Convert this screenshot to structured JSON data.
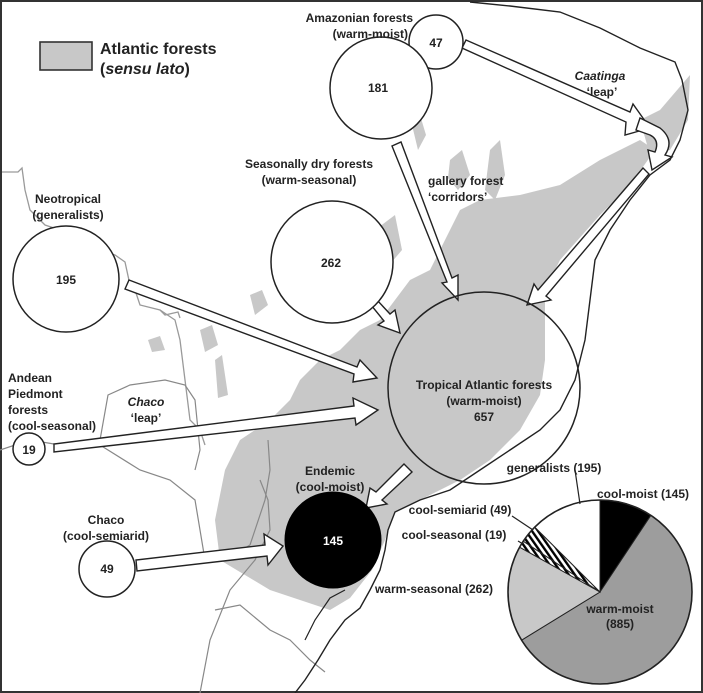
{
  "legend": {
    "title_line1": "Atlantic forests",
    "title_line2_open": "(",
    "title_line2_italic": "sensu lato",
    "title_line2_close": ")",
    "swatch_color": "#c8c8c8"
  },
  "colors": {
    "forest_fill": "#c8c8c8",
    "outline": "#222222",
    "border_grey": "#9a9a9a",
    "endemic_fill": "#000000",
    "pie_warm_moist": "#9d9d9d",
    "pie_warm_seasonal": "#c8c8c8",
    "pie_generalists": "#ffffff",
    "pie_cool_moist": "#000000"
  },
  "sources": [
    {
      "id": "amazonian",
      "title": "Amazonian forests",
      "subtitle": "(warm-moist)",
      "counts": [
        "47",
        "181"
      ]
    },
    {
      "id": "seasonally-dry",
      "title": "Seasonally dry forests",
      "subtitle": "(warm-seasonal)",
      "count": "262"
    },
    {
      "id": "neotropical",
      "title": "Neotropical",
      "subtitle": "(generalists)",
      "count": "195"
    },
    {
      "id": "andean",
      "title_lines": [
        "Andean",
        "Piedmont",
        "forests",
        "(cool-seasonal)"
      ],
      "count": "19"
    },
    {
      "id": "chaco",
      "title": "Chaco",
      "subtitle": "(cool-semiarid)",
      "count": "49"
    }
  ],
  "targets": {
    "tropical": {
      "title": "Tropical Atlantic forests",
      "subtitle": "(warm-moist)",
      "count": "657"
    },
    "endemic": {
      "title": "Endemic",
      "subtitle": "(cool-moist)",
      "count": "145"
    }
  },
  "routes": {
    "caatinga": {
      "italic": "Caatinga",
      "word": "‘leap’"
    },
    "chaco": {
      "italic": "Chaco",
      "word": "‘leap’"
    },
    "gallery": {
      "line1": "gallery forest",
      "line2": "‘corridors’"
    }
  },
  "chart_data": {
    "type": "pie",
    "title": "",
    "slices": [
      {
        "label": "cool-moist",
        "value": 145,
        "display": "cool-moist (145)",
        "color": "#000000",
        "pattern": "solid"
      },
      {
        "label": "warm-moist",
        "value": 885,
        "display_line1": "warm-moist",
        "display_line2": "(885)",
        "color": "#9d9d9d",
        "pattern": "solid"
      },
      {
        "label": "warm-seasonal",
        "value": 262,
        "display": "warm-seasonal (262)",
        "color": "#c8c8c8",
        "pattern": "solid"
      },
      {
        "label": "cool-seasonal",
        "value": 19,
        "display": "cool-seasonal (19)",
        "color": "#ffffff",
        "pattern": "stripes"
      },
      {
        "label": "cool-semiarid",
        "value": 49,
        "display": "cool-semiarid (49)",
        "color": "#ffffff",
        "pattern": "stripes"
      },
      {
        "label": "generalists",
        "value": 195,
        "display": "generalists (195)",
        "color": "#ffffff",
        "pattern": "solid"
      }
    ]
  }
}
